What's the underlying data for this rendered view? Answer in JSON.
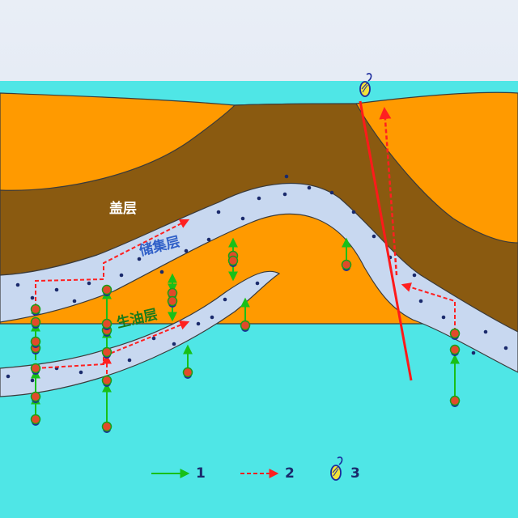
{
  "layers": {
    "cap_rock": "盖层",
    "reservoir": "储集层",
    "source_rock": "生油层"
  },
  "legend": [
    {
      "key": "1",
      "symbol": "green-solid-arrow"
    },
    {
      "key": "2",
      "symbol": "red-dashed-arrow"
    },
    {
      "key": "3",
      "symbol": "oil-droplet-icon"
    }
  ],
  "colors": {
    "sky": "#dbe4f2",
    "orange": "#ff9a00",
    "cap_brown": "#8a5a10",
    "reservoir_blue": "#c8d8f0",
    "cyan": "#4fe6e6",
    "fault_red": "#ff1a1a",
    "arrow_green": "#18c018",
    "arrow_red": "#ff2020"
  }
}
